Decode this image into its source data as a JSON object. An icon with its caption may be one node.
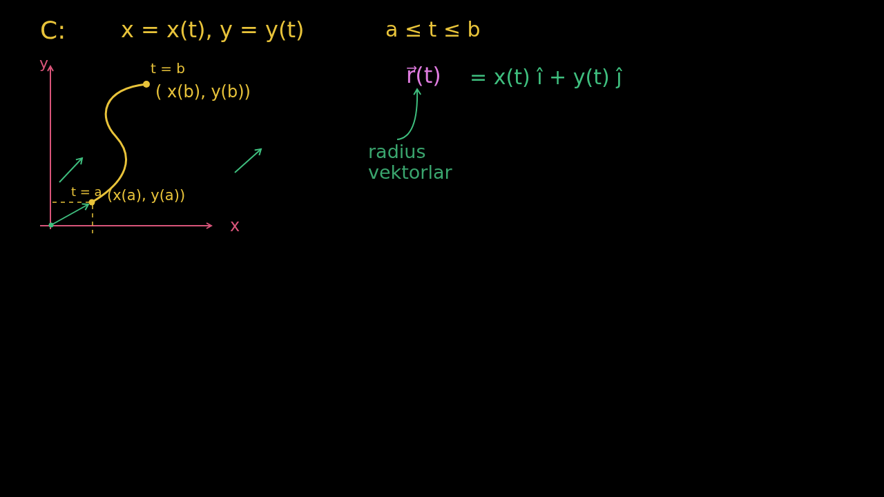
{
  "diagram": {
    "nodes": [
      {
        "text": [
          "radius vektorlar"
        ]
      },
      {
        "text": [
          "r⃗(t)"
        ]
      }
    ],
    "edges": [
      {
        "from": 0,
        "to": 1,
        "arrow": "to"
      }
    ],
    "labels": [
      "C:",
      "x = x(t), y = y(t)",
      "a ≤ t ≤ b",
      "y",
      "t = b",
      "( x(b), y(b))",
      "t = a",
      "(x(a), y(a))",
      "x",
      "= x(t) î + y(t) ĵ"
    ]
  }
}
